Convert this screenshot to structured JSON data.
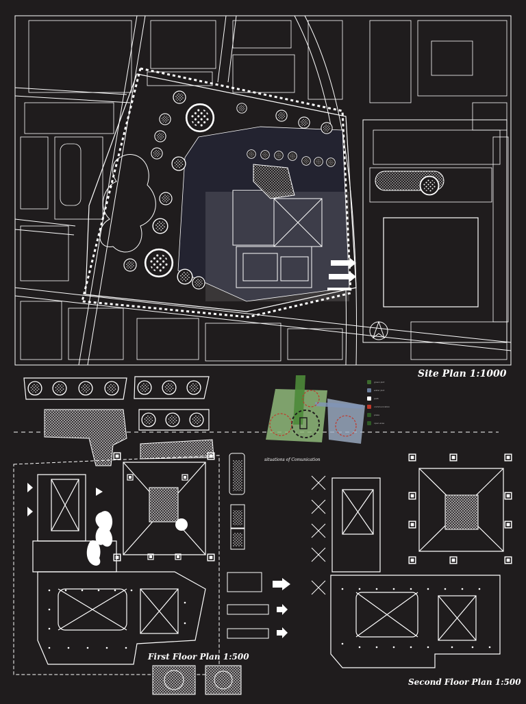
{
  "titles": {
    "site_plan": "Site Plan 1:1000",
    "first_floor": "First Floor Plan 1:500",
    "second_floor": "Second Floor Plan 1:500",
    "communication": "situations of Comunication"
  },
  "colors": {
    "background": "#1f1c1d",
    "linework": "#ffffff",
    "diagram_green": "#8fb87a",
    "diagram_blue": "#7f95b8",
    "diagram_red": "#c0392b",
    "legend_green": "#3d6b2e"
  },
  "legend": {
    "items": [
      {
        "label": "green plot",
        "color": "#3d6b2e"
      },
      {
        "label": "water plot",
        "color": "#6b7d9c"
      },
      {
        "label": "path",
        "color": "#ffffff"
      },
      {
        "label": "communication",
        "color": "#c0392b"
      },
      {
        "label": "plaza",
        "color": "#2e5a25"
      },
      {
        "label": "open area",
        "color": "#2e5a25"
      }
    ]
  }
}
